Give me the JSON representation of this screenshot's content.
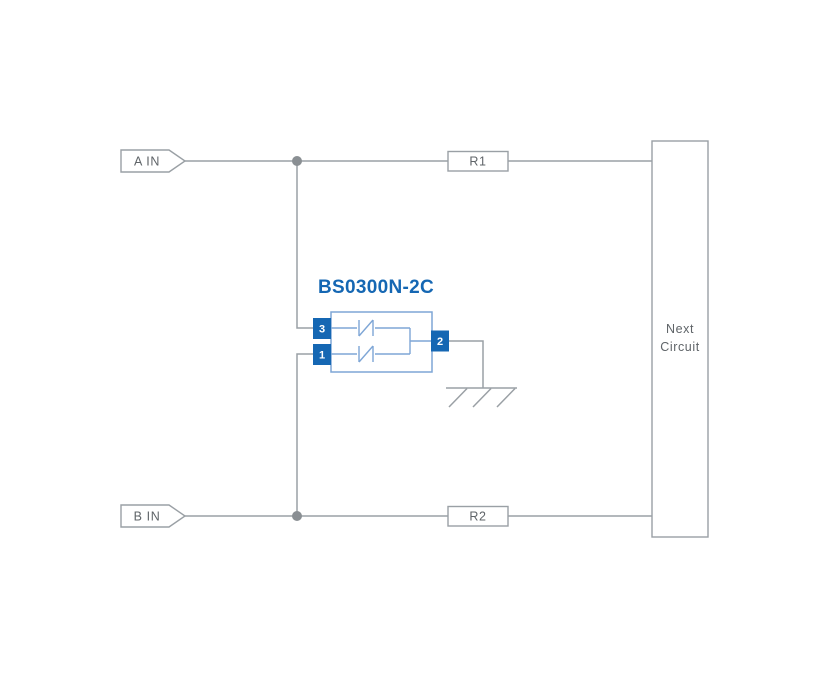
{
  "diagram": {
    "component_title": "BS0300N-2C",
    "inputs": {
      "a": "A IN",
      "b": "B IN"
    },
    "resistors": {
      "r1": "R1",
      "r2": "R2"
    },
    "pins": {
      "p1": "1",
      "p2": "2",
      "p3": "3"
    },
    "next_circuit": {
      "line1": "Next",
      "line2": "Circuit"
    },
    "colors": {
      "accent_blue": "#1567b3",
      "wire_gray": "#9aa0a5",
      "component_outline_blue": "#7ea6d6",
      "text_gray": "#5f6468",
      "junction_gray": "#8a8f93",
      "background": "#ffffff"
    }
  }
}
